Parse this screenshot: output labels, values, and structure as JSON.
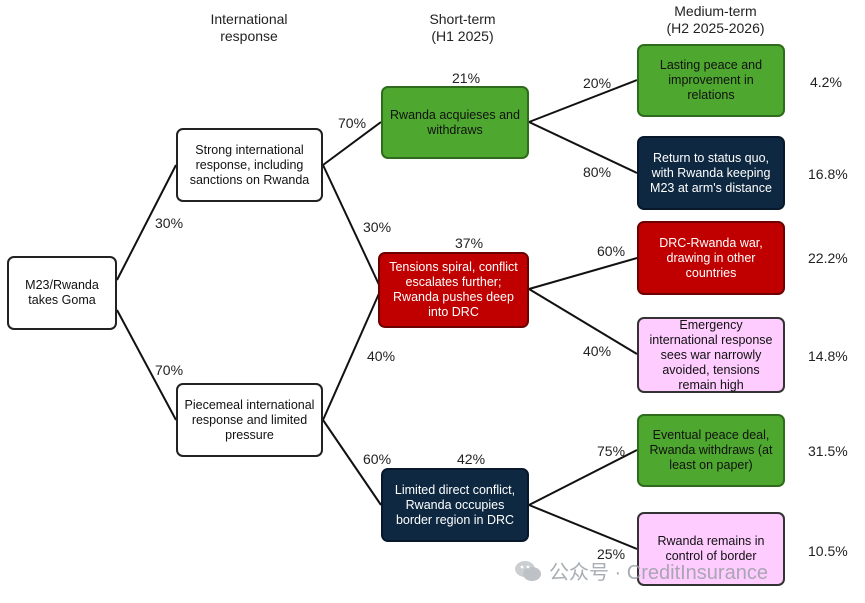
{
  "headers": {
    "international": "International\nresponse",
    "short_term": "Short-term\n(H1 2025)",
    "medium_term": "Medium-term\n(H2 2025-2026)"
  },
  "nodes": {
    "root": "M23/Rwanda takes Goma",
    "strong": "Strong international response, including sanctions on Rwanda",
    "piecemeal": "Piecemeal international response and limited pressure",
    "acquiesce": "Rwanda acquieses and withdraws",
    "spiral": "Tensions spiral, conflict escalates further; Rwanda pushes deep into DRC",
    "limited": "Limited direct conflict, Rwanda occupies border region in DRC",
    "lasting_peace": "Lasting peace and improvement in relations",
    "status_quo": "Return to status quo, with Rwanda keeping M23 at arm's distance",
    "war": "DRC-Rwanda war, drawing in other countries",
    "emergency": "Emergency international response sees war narrowly avoided, tensions remain high",
    "peace_deal": "Eventual peace deal, Rwanda withdraws (at least on paper)",
    "control": "Rwanda remains in control of border"
  },
  "branch_probabilities": {
    "root_strong": "30%",
    "root_piecemeal": "70%",
    "strong_acquiesce": "70%",
    "strong_spiral": "30%",
    "piecemeal_spiral": "40%",
    "piecemeal_limited": "60%",
    "acquiesce_peace": "20%",
    "acquiesce_statusquo": "80%",
    "spiral_war": "60%",
    "spiral_emergency": "40%",
    "limited_peacedeal": "75%",
    "limited_control": "25%"
  },
  "short_term_totals": {
    "acquiesce": "21%",
    "spiral": "37%",
    "limited": "42%"
  },
  "outcome_probabilities": {
    "lasting_peace": "4.2%",
    "status_quo": "16.8%",
    "war": "22.2%",
    "emergency": "14.8%",
    "peace_deal": "31.5%",
    "control": "10.5%"
  },
  "colors": {
    "green": "#4ea72e",
    "navy": "#0e2841",
    "red": "#c00000",
    "pink": "#ffccff"
  },
  "watermark": {
    "text": "公众号 · CreditInsurance",
    "icon": "wechat-icon"
  }
}
